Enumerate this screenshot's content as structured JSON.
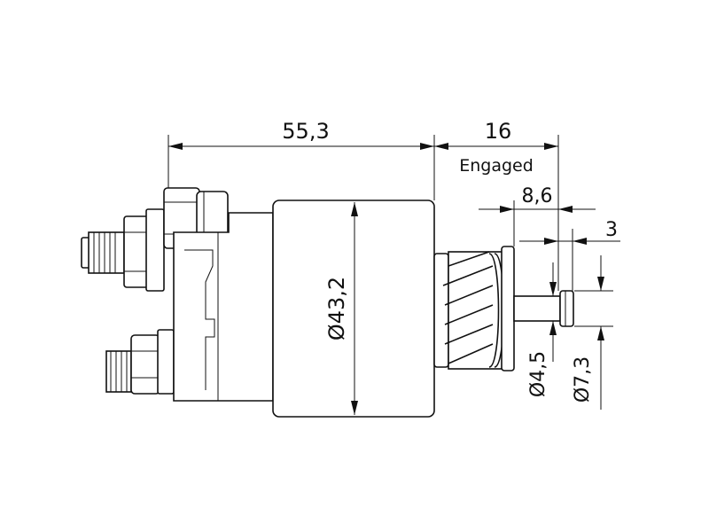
{
  "dimensions": {
    "length_body": "55,3",
    "length_stroke": "16",
    "stroke_note": "Engaged",
    "length_plunger_tip": "8,6",
    "length_tip": "3",
    "diameter_body": "Ø43,2",
    "diameter_plunger": "Ø4,5",
    "diameter_tip": "Ø7,3"
  },
  "colors": {
    "line": "#111111",
    "background": "#ffffff"
  }
}
